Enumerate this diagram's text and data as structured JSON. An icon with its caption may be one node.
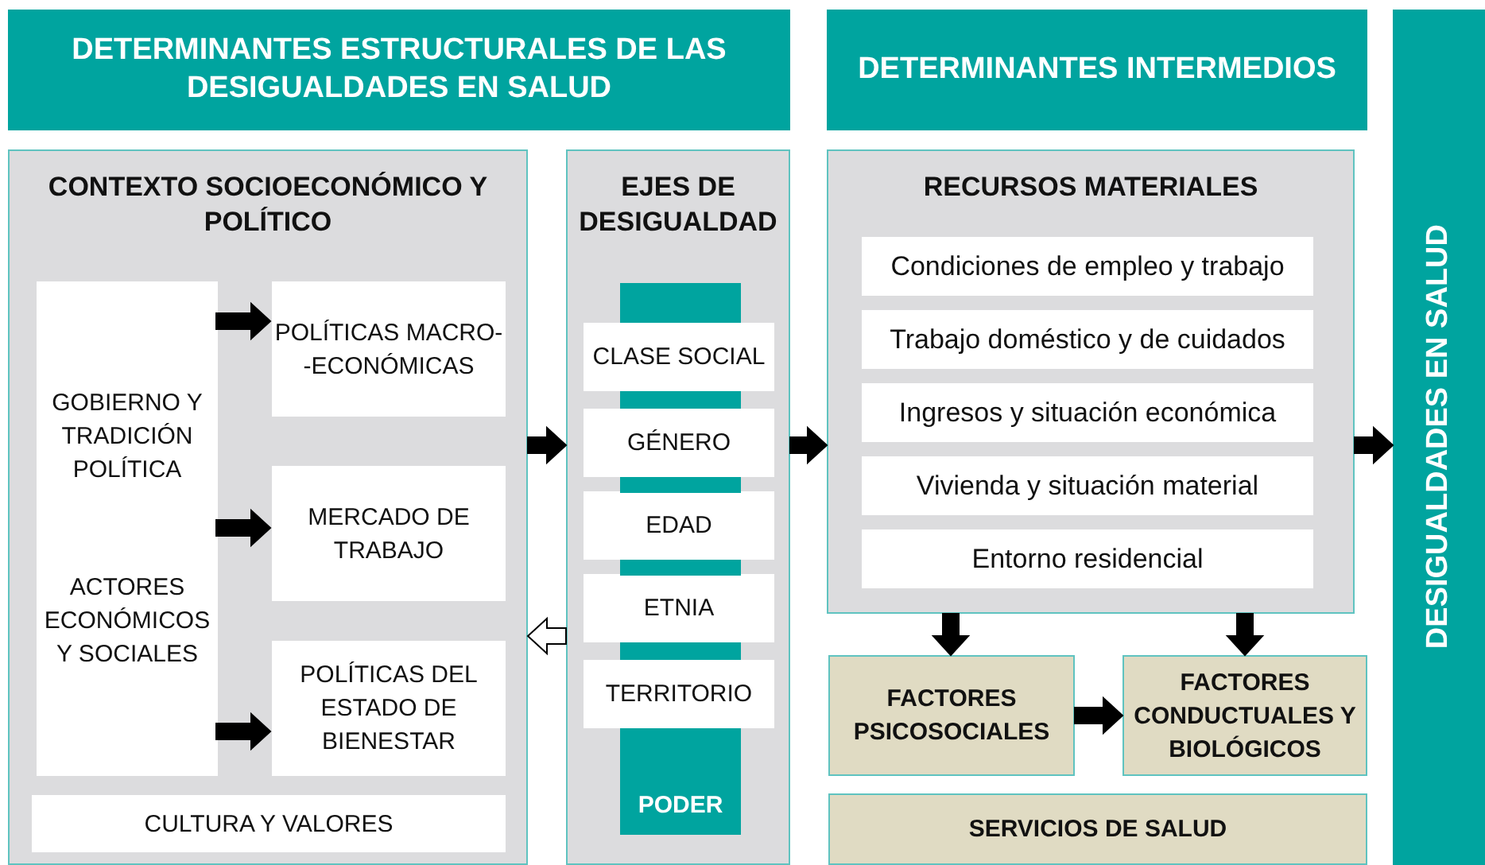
{
  "diagram": {
    "nodes": [
      {
        "text": [
          "DETERMINANTES ESTRUCTURALES DE LAS DESIGUALDADES EN SALUD"
        ]
      },
      {
        "text": [
          "DETERMINANTES INTERMEDIOS"
        ]
      },
      {
        "text": [
          "DESIGUALDADES EN SALUD"
        ]
      },
      {
        "text": [
          "CONTEXTO SOCIOECONÓMICO Y POLÍTICO"
        ]
      },
      {
        "text": [
          "GOBIERNO Y TRADICIÓN POLÍTICA",
          "ACTORES ECONÓMICOS Y SOCIALES"
        ],
        "in": 3
      },
      {
        "text": [
          "POLÍTICAS MACRO- -ECONÓMICAS"
        ],
        "in": 3
      },
      {
        "text": [
          "MERCADO DE TRABAJO"
        ],
        "in": 3
      },
      {
        "text": [
          "POLÍTICAS DEL ESTADO DE BIENESTAR"
        ],
        "in": 3
      },
      {
        "text": [
          "CULTURA Y VALORES"
        ],
        "in": 3
      },
      {
        "text": [
          "EJES DE DESIGUALDAD"
        ]
      },
      {
        "text": [
          "CLASE SOCIAL"
        ],
        "in": 9
      },
      {
        "text": [
          "GÉNERO"
        ],
        "in": 9
      },
      {
        "text": [
          "EDAD"
        ],
        "in": 9
      },
      {
        "text": [
          "ETNIA"
        ],
        "in": 9
      },
      {
        "text": [
          "TERRITORIO"
        ],
        "in": 9
      },
      {
        "text": [
          "PODER"
        ],
        "in": 9
      },
      {
        "text": [
          "RECURSOS MATERIALES"
        ]
      },
      {
        "text": [
          "Condiciones de empleo y trabajo"
        ],
        "in": 16
      },
      {
        "text": [
          "Trabajo doméstico y de cuidados"
        ],
        "in": 16
      },
      {
        "text": [
          "Ingresos y situación económica"
        ],
        "in": 16
      },
      {
        "text": [
          "Vivienda y situación material"
        ],
        "in": 16
      },
      {
        "text": [
          "Entorno residencial"
        ],
        "in": 16
      },
      {
        "text": [
          "FACTORES PSICOSOCIALES"
        ]
      },
      {
        "text": [
          "FACTORES CONDUCTUALES Y BIOLÓGICOS"
        ]
      },
      {
        "text": [
          "SERVICIOS DE SALUD"
        ]
      },
      {
        "text": [],
        "shape": "bar",
        "in": 9
      },
      {
        "text": [],
        "shape": "bar",
        "in": 9
      },
      {
        "text": [],
        "shape": "bar",
        "in": 9
      },
      {
        "text": [],
        "shape": "bar",
        "in": 9
      },
      {
        "text": [],
        "shape": "bar",
        "in": 9
      }
    ],
    "edges": [
      {
        "from": 4,
        "to": 5,
        "arrow": "to"
      },
      {
        "from": 4,
        "to": 6,
        "arrow": "to"
      },
      {
        "from": 4,
        "to": 7,
        "arrow": "to"
      },
      {
        "from": 3,
        "to": 9,
        "arrow": "to"
      },
      {
        "from": 9,
        "to": 3,
        "arrow": "to",
        "color": "#ffffff"
      },
      {
        "from": 9,
        "to": 16,
        "arrow": "to"
      },
      {
        "from": 16,
        "to": 2,
        "arrow": "to"
      },
      {
        "from": 16,
        "to": 22,
        "arrow": "to"
      },
      {
        "from": 16,
        "to": 23,
        "arrow": "to"
      },
      {
        "from": 22,
        "to": 23,
        "arrow": "to"
      }
    ]
  }
}
